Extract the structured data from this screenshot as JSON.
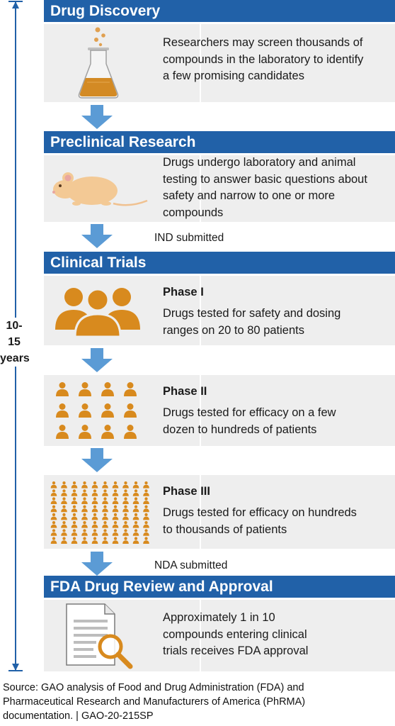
{
  "timeline": {
    "label_line1": "10-15",
    "label_line2": "years"
  },
  "stages": {
    "discovery": {
      "title": "Drug Discovery",
      "desc_lines": [
        "Researchers may   screen thousands of",
        "compounds in the laboratory to identify",
        "a few promising candidates"
      ]
    },
    "preclinical": {
      "title": "Preclinical Research",
      "desc_lines": [
        "Drugs undergo laboratory and animal",
        "testing to answer basic questions about",
        "safety and narrow to one or more",
        "compounds"
      ]
    },
    "ind_note": "IND submitted",
    "clinical": {
      "title": "Clinical Trials",
      "phases": [
        {
          "title": "Phase I",
          "desc_lines": [
            "Drugs tested for safety and dosing",
            "ranges on 20 to 80 patients"
          ]
        },
        {
          "title": "Phase II",
          "desc_lines": [
            "Drugs tested for efficacy on a few",
            "dozen to hundreds of patients"
          ]
        },
        {
          "title": "Phase III",
          "desc_lines": [
            "Drugs tested for efficacy on hundreds",
            "to thousands of patients"
          ]
        }
      ]
    },
    "nda_note": "NDA submitted",
    "review": {
      "title": "FDA Drug Review and Approval",
      "desc_lines": [
        "Approximately 1 in 10",
        "compounds entering clinical",
        "trials receives FDA approval"
      ]
    }
  },
  "source_lines": [
    "Source: GAO analysis of Food and Drug Administration (FDA) and",
    "Pharmaceutical Research and Manufacturers of America (PhRMA)",
    "documentation.  |  GAO-20-215SP"
  ],
  "colors": {
    "header_blue": "#2161a8",
    "arrow_blue": "#5b9bd5",
    "icon_orange": "#d88a1e",
    "panel_gray": "#eeeeee"
  }
}
